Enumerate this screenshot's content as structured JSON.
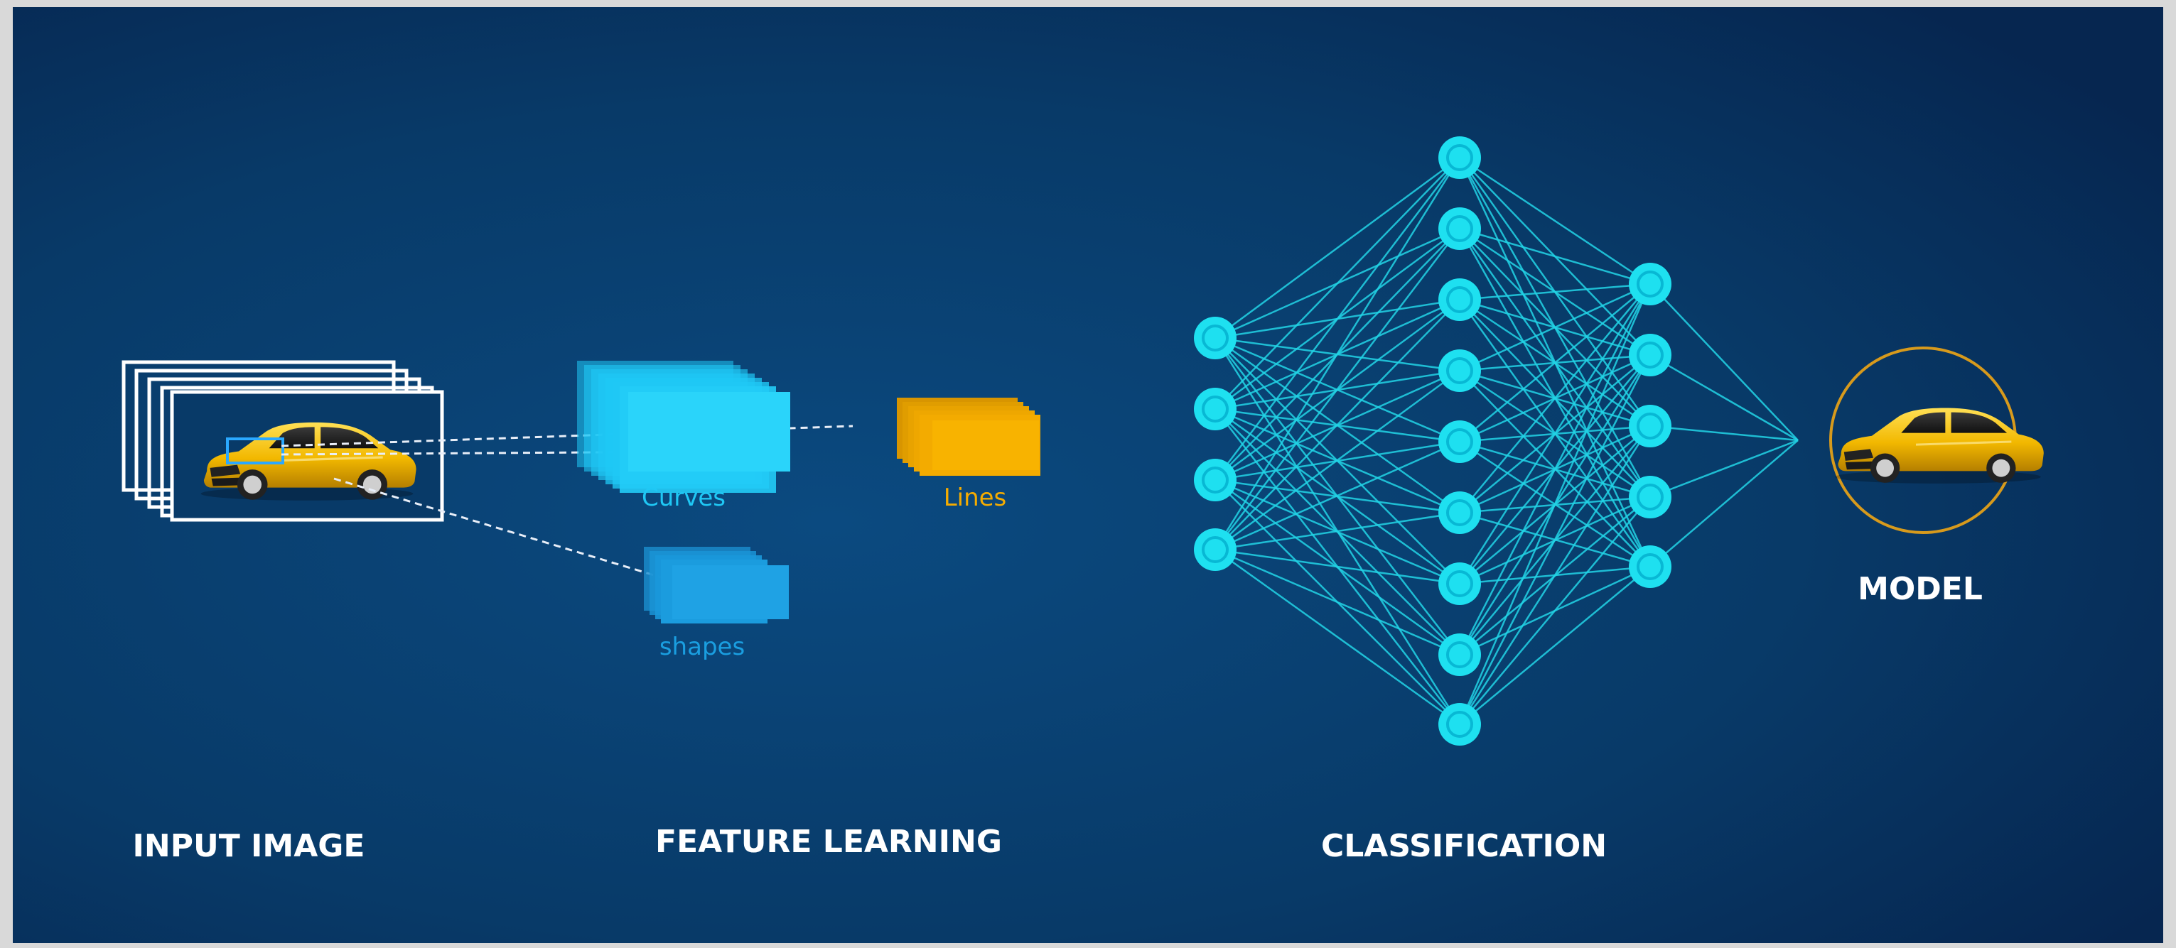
{
  "colors": {
    "background_center": "#0b4a7e",
    "background_edge": "#06264d",
    "frame": "#d9d9d9",
    "node_fill": "#1ee0f0",
    "node_ring": "#08b8d4",
    "edge": "#22d4e6",
    "curves_block": "#1fc8f5",
    "lines_block": "#f5ac00",
    "shapes_block": "#1a9ee0",
    "model_ring": "#d79a1c",
    "white": "#ffffff",
    "car_body": "#f2c21a"
  },
  "input": {
    "icon": "stacked-car-images-icon"
  },
  "features": {
    "curves_label": "Curves",
    "lines_label": "Lines",
    "shapes_label": "shapes"
  },
  "network": {
    "layers": [
      4,
      9,
      5
    ],
    "output_icon": "car-model-icon"
  },
  "stages": {
    "input": "INPUT IMAGE",
    "feature": "FEATURE LEARNING",
    "classification": "CLASSIFICATION",
    "model": "MODEL"
  }
}
